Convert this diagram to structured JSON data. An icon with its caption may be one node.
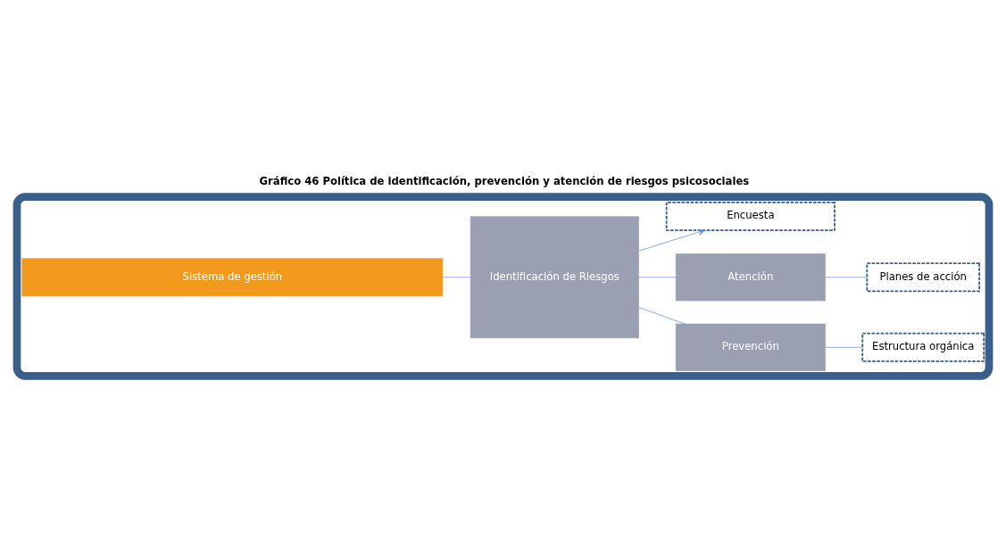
{
  "diagram": {
    "title": "Gráfico 46 Política de identificación, prevención y atención de riesgos psicosociales",
    "nodes": [
      {
        "text": [],
        "shape": "box"
      },
      {
        "text": [
          "Sistema de gestión"
        ],
        "in": 0
      },
      {
        "text": [
          "Identificación de Riesgos"
        ],
        "in": 0
      },
      {
        "text": [
          "Prevención"
        ],
        "in": 0
      },
      {
        "text": [
          "Estructura orgánica"
        ],
        "in": 0
      },
      {
        "text": [
          "Atención"
        ],
        "in": 0
      },
      {
        "text": [
          "Planes de acción"
        ],
        "in": 0
      },
      {
        "text": [
          "Encuesta"
        ],
        "in": 0
      }
    ],
    "edges": [
      {
        "from": 1,
        "to": 2,
        "arrow": "none"
      },
      {
        "from": 2,
        "to": 3,
        "arrow": "none"
      },
      {
        "from": 3,
        "to": 4,
        "arrow": "none"
      },
      {
        "from": 2,
        "to": 5,
        "arrow": "none"
      },
      {
        "from": 5,
        "to": 6,
        "arrow": "none"
      },
      {
        "from": 2,
        "to": 7,
        "arrow": "to"
      }
    ]
  }
}
